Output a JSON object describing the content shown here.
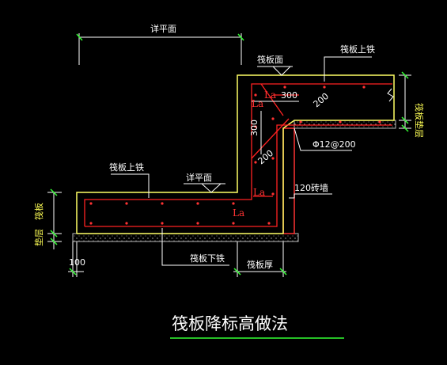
{
  "labels": {
    "detail_plan_top": "详平面",
    "raft_face": "筏板面",
    "raft_top_bar_right": "筏板上铁",
    "raft_top_bar_left": "筏板上铁",
    "detail_plan_mid": "详平面",
    "raft_bottom_bar": "筏板下铁",
    "raft_thickness": "筏板厚",
    "rebar_spec": "Φ12@200",
    "brick_wall": "120砖墙",
    "dim_300_h": "300",
    "dim_300_v": "300",
    "dim_200_upper": "200",
    "dim_200_lower": "200",
    "dim_100": "100",
    "la_1": "La",
    "la_2": "La",
    "la_3": "La",
    "la_4": "La",
    "side_thickness_left": "筏板",
    "side_cushion_left": "垫层",
    "side_thickness_right": "筏板",
    "side_cushion_right": "垫层",
    "title": "筏板降标高做法"
  },
  "colors": {
    "background": "#000000",
    "concrete_outline": "#ffff66",
    "rebar": "#ff2222",
    "dimension": "#ffffff",
    "dimension_tick": "#33ff33",
    "text": "#ffffff",
    "hatch": "#bbbbbb"
  }
}
